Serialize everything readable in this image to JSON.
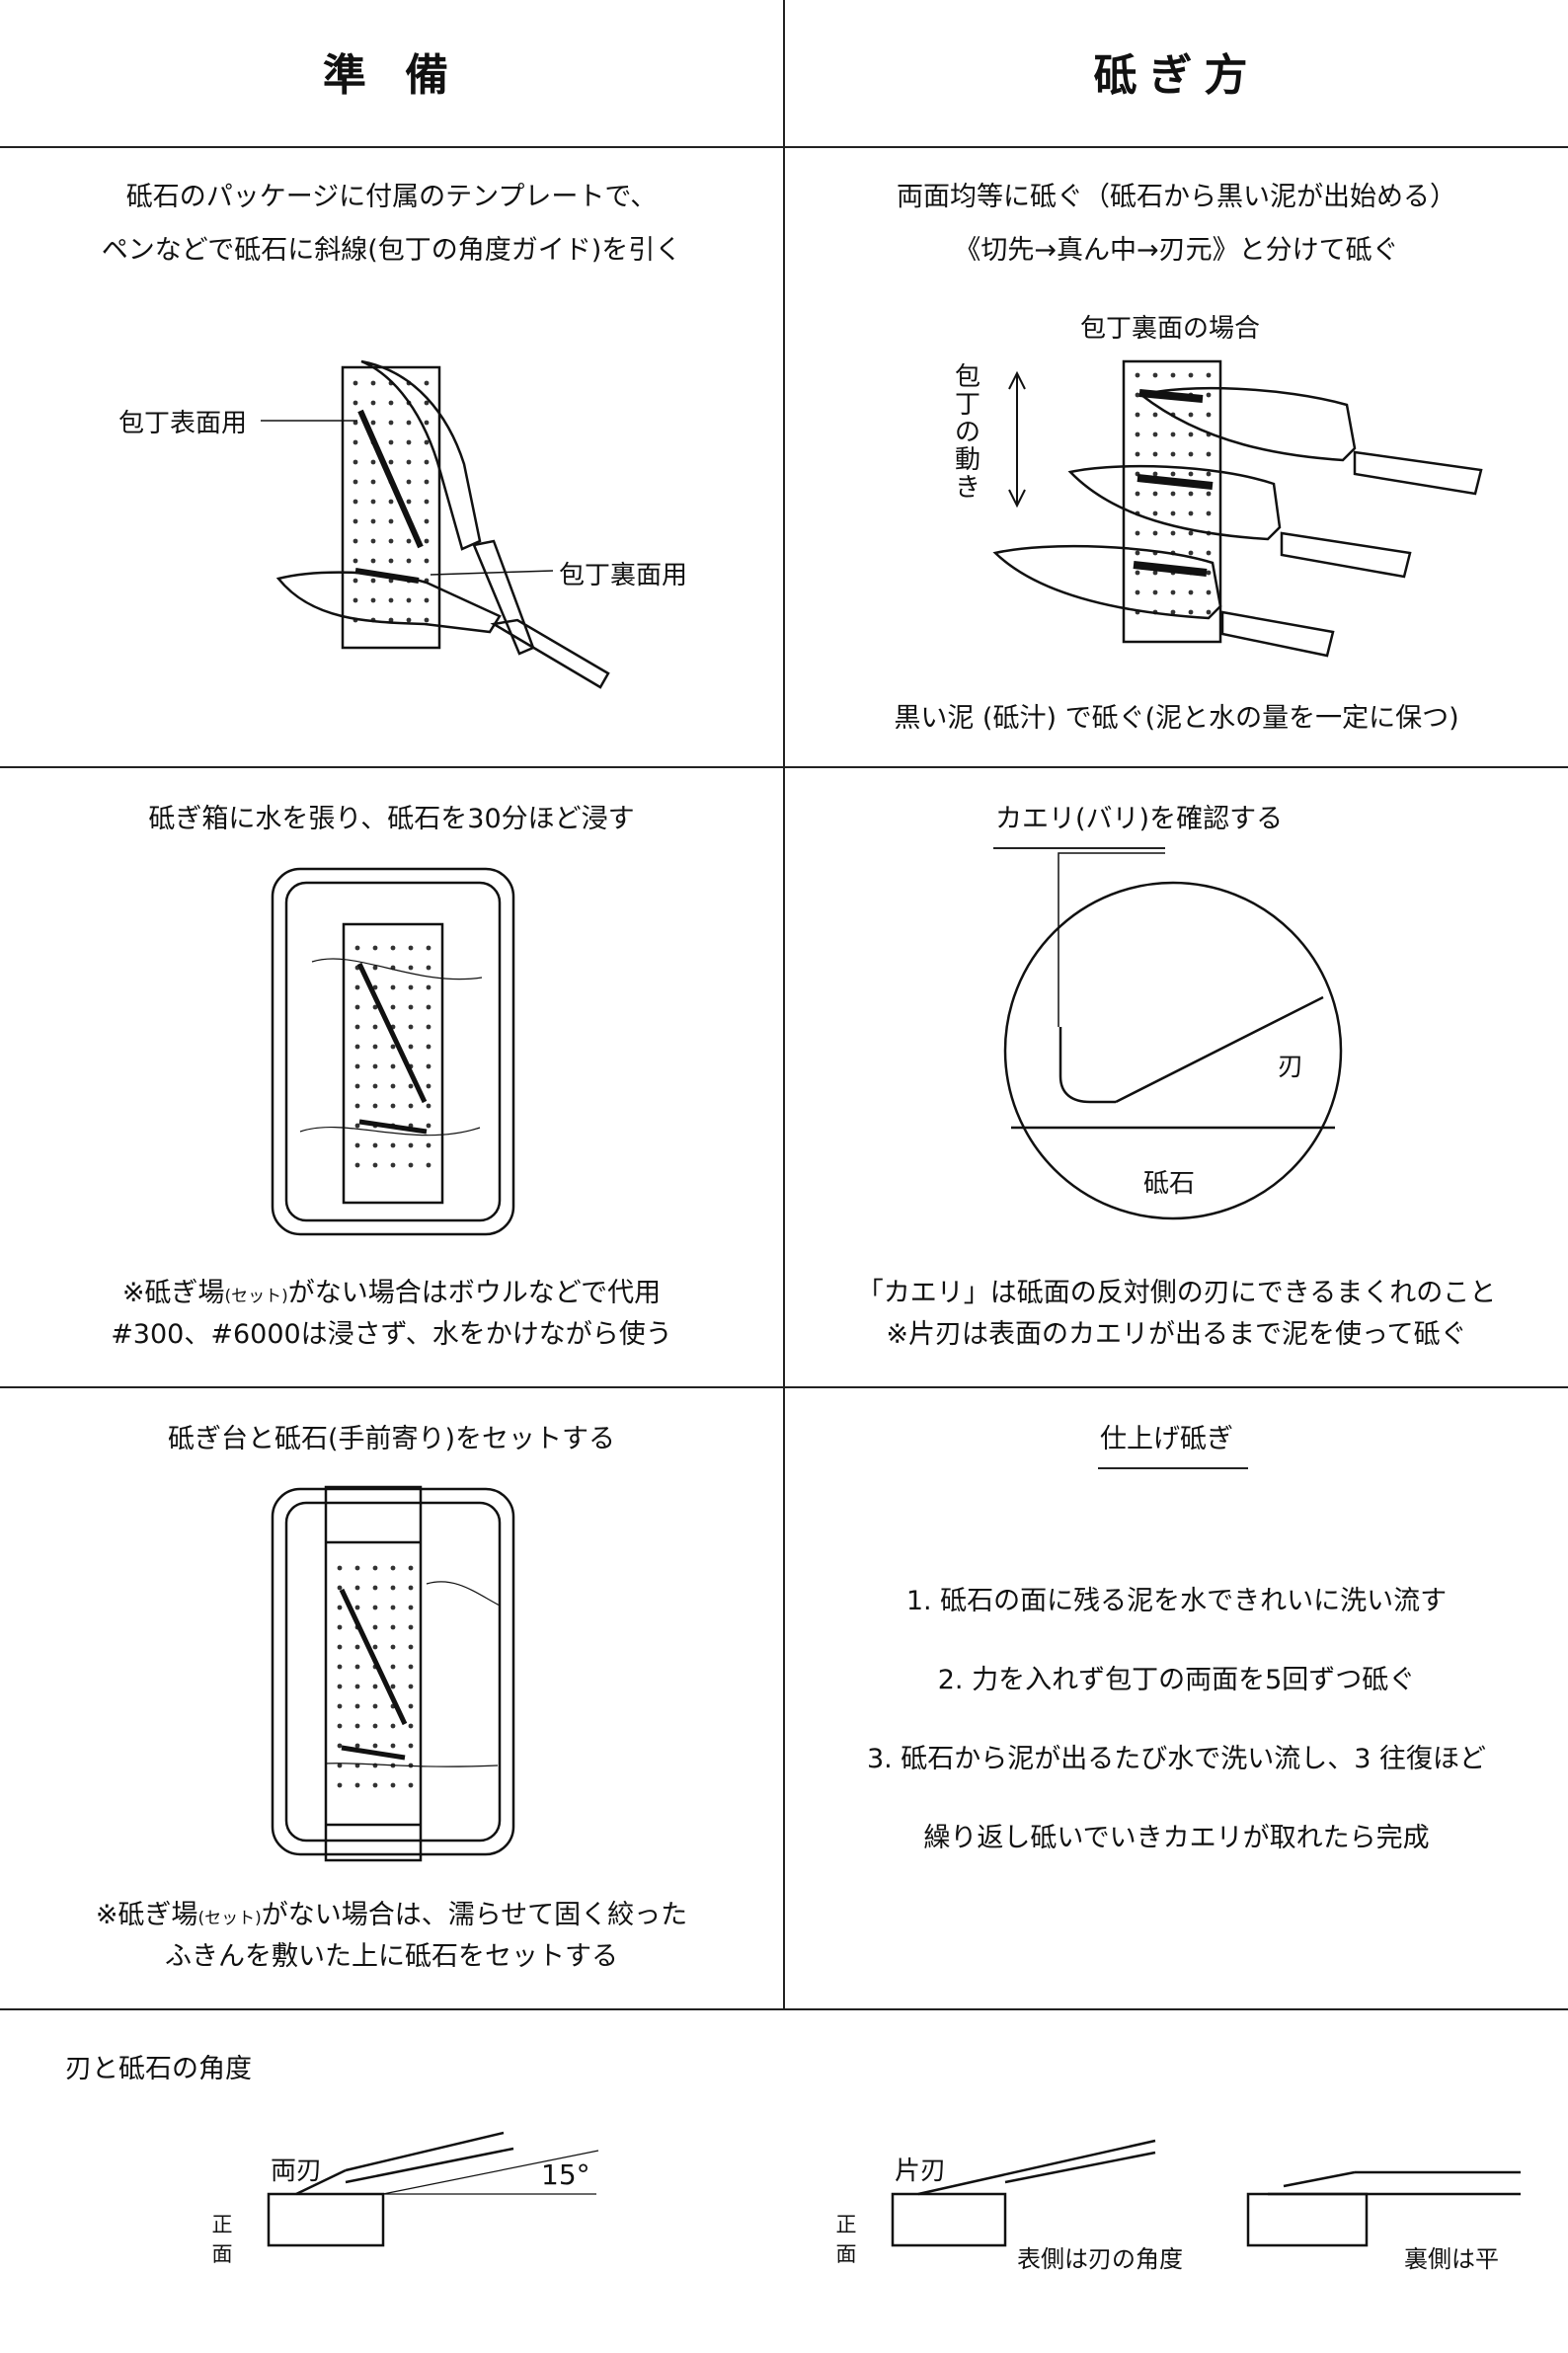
{
  "headers": {
    "left": "準 備",
    "right": "砥ぎ方"
  },
  "prep": {
    "s1": {
      "line1": "砥石のパッケージに付属のテンプレートで、",
      "line2": "ペンなどで砥石に斜線(包丁の角度ガイド)を引く",
      "label_front": "包丁表面用",
      "label_back": "包丁裏面用"
    },
    "s2": {
      "line1": "砥ぎ箱に水を張り、砥石を30分ほど浸す",
      "note1_a": "※砥ぎ場",
      "note1_small": "(セット)",
      "note1_b": "がない場合はボウルなどで代用",
      "note2": "#300、#6000は浸さず、水をかけながら使う"
    },
    "s3": {
      "line1": "砥ぎ台と砥石(手前寄り)をセットする",
      "note1_a": "※砥ぎ場",
      "note1_small": "(セット)",
      "note1_b": "がない場合は、濡らせて固く絞った",
      "note2": "ふきんを敷いた上に砥石をセットする"
    }
  },
  "method": {
    "s1": {
      "line1": "両面均等に砥ぐ（砥石から黒い泥が出始める）",
      "line2": "《切先→真ん中→刃元》と分けて砥ぐ",
      "diagram_title": "包丁裏面の場合",
      "motion_label": "包丁の動き",
      "footer": "黒い泥 (砥汁) で砥ぐ(泥と水の量を一定に保つ)"
    },
    "s2": {
      "heading": "カエリ(バリ)を確認する",
      "blade_label": "刃",
      "stone_label": "砥石",
      "note1": "「カエリ」は砥面の反対側の刃にできるまくれのこと",
      "note2": "※片刃は表面のカエリが出るまで泥を使って砥ぐ"
    },
    "s3": {
      "heading": "仕上げ砥ぎ",
      "steps": [
        "1. 砥石の面に残る泥を水できれいに洗い流す",
        "2. 力を入れず包丁の両面を5回ずつ砥ぐ",
        "3. 砥石から泥が出るたび水で洗い流し、3 往復ほど",
        "繰り返し砥いでいきカエリが取れたら完成"
      ]
    }
  },
  "angle": {
    "title": "刃と砥石の角度",
    "double": {
      "label": "両刃",
      "angle": "15°",
      "front": "正面"
    },
    "single": {
      "label": "片刃",
      "front": "正面",
      "front_side": "表側は刃の角度",
      "back_side": "裏側は平"
    }
  }
}
